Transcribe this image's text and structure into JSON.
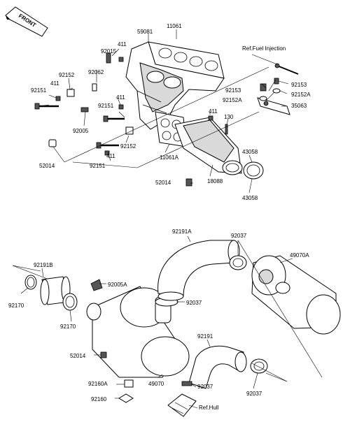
{
  "front_label": "FRONT",
  "refs": {
    "fuel_injection": "Ref.Fuel Injection",
    "hull": "Ref.Hull"
  },
  "parts": {
    "p11061": "11061",
    "p59081": "59081",
    "p92015": "92015",
    "p411_a": "411",
    "p92152_a": "92152",
    "p411_b": "411",
    "p92151_a": "92151",
    "p92062": "92062",
    "p411_c": "411",
    "p92151_b": "92151",
    "p92005": "92005",
    "p411_d": "411",
    "p130": "130",
    "p92153_a": "92153",
    "p92152A_a": "92152A",
    "p92153_b": "92153",
    "p92152A_b": "92152A",
    "p35063": "35063",
    "p52014_a": "52014",
    "p92152_b": "92152",
    "p92151_c": "92151",
    "p411_e": "411",
    "p11061A": "11061A",
    "p43058_a": "43058",
    "p52014_b": "52014",
    "p18088": "18088",
    "p43058_b": "43058",
    "p92191A": "92191A",
    "p92037_a": "92037",
    "p49070A": "49070A",
    "p92191B": "92191B",
    "p92005A": "92005A",
    "p92170_a": "92170",
    "p92037_b": "92037",
    "p92170_b": "92170",
    "p92191": "92191",
    "p52014_c": "52014",
    "p92160A": "92160A",
    "p49070": "49070",
    "p92037_c": "92037",
    "p92160": "92160",
    "p92037_d": "92037"
  }
}
